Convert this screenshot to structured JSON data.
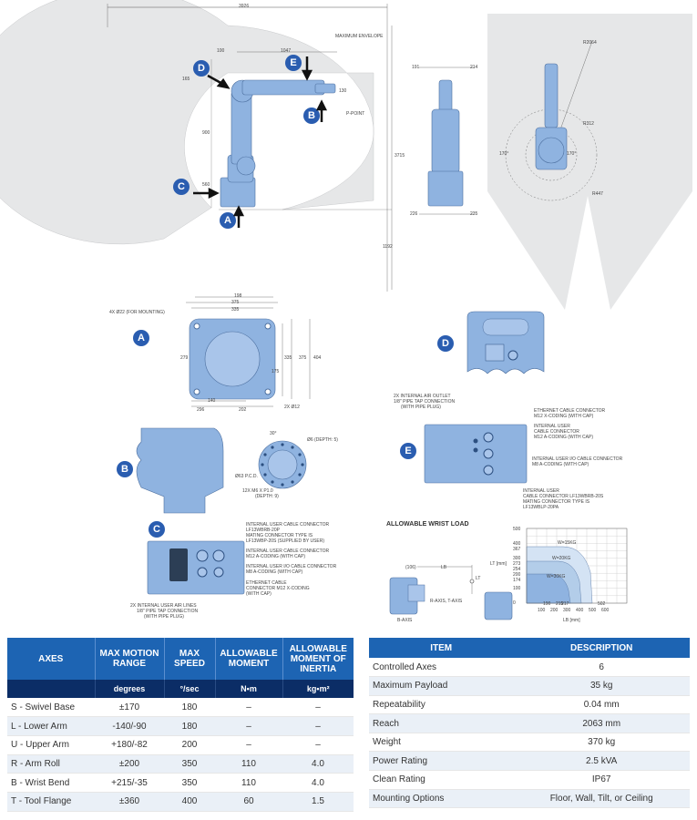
{
  "top_drawing": {
    "dim_overall_width": "3926",
    "max_envelope": "MAXIMUM ENVELOPE",
    "dim_100": "100",
    "dim_1047": "1047",
    "dim_165": "165",
    "dim_130": "130",
    "dim_900": "900",
    "dim_560": "560",
    "dim_3715": "3715",
    "dim_1192": "1192",
    "p_point": "P-POINT",
    "front_191": "191",
    "front_214": "214",
    "front_226": "226",
    "front_235": "235",
    "top_r2064": "R2064",
    "top_r312": "R312",
    "top_r447": "R447",
    "top_170_left": "170°",
    "top_170_right": "170°"
  },
  "callouts": {
    "a": "A",
    "b": "B",
    "c": "C",
    "d": "D",
    "e": "E"
  },
  "detail_a": {
    "mounting": "4X Ø22 (FOR MOUNTING)",
    "dim_198": "198",
    "dim_375_top": "375",
    "dim_335": "335",
    "dim_279": "279",
    "dim_335_side": "335",
    "dim_375_side": "375",
    "dim_404": "404",
    "dim_175": "175",
    "dim_140": "140",
    "dim_296": "296",
    "dim_202": "202",
    "hole": "2X Ø12"
  },
  "detail_b": {
    "angle": "30°",
    "pin": "Ø6 (DEPTH: 5)",
    "pcd": "Ø63 P.C.D.",
    "thread": "12X M6 X P1.0",
    "thread_depth": "(DEPTH: 9)"
  },
  "detail_c": {
    "l1": "INTERNAL USER CABLE CONNECTOR",
    "l2": "LF13WBRB-20P",
    "l3": "MATING CONNECTOR TYPE IS",
    "l4": "LF13WBP-20S (SUPPLIED BY USER)",
    "l5": "INTERNAL USER CABLE CONNECTOR",
    "l6": "M12 A-CODING (WITH CAP)",
    "l7": "INTERNAL USER I/O CABLE CONNECTOR",
    "l8": "M8 A-CODING (WITH CAP)",
    "l9": "ETHERNET CABLE",
    "l10": "CONNECTOR M12 X-CODING",
    "l11": "(WITH CAP)",
    "l12": "2X INTERNAL USER AIR LINES",
    "l13": "1/8\" PIPE TAP CONNECTION",
    "l14": "(WITH PIPE PLUG)"
  },
  "detail_e": {
    "l1": "2X INTERNAL AIR OUTLET",
    "l2": "1/8\" PIPE TAP CONNECTION",
    "l3": "(WITH PIPE PLUG)",
    "l4": "ETHERNET CABLE CONNECTOR",
    "l5": "M12 X-CODING (WITH CAP)",
    "l6": "INTERNAL USER",
    "l7": "CABLE CONNECTOR",
    "l8": "M12 A-CODING (WITH CAP)",
    "l9": "INTERNAL USER I/O CABLE CONNECTOR",
    "l10": "M8 A-CODING (WITH CAP)",
    "l11": "INTERNAL USER",
    "l12": "CABLE CONNECTOR LF13WBRB-20S",
    "l13": "MATING CONNECTOR TYPE IS",
    "l14": "LF13WBLP-20PA"
  },
  "wrist_load": {
    "title": "ALLOWABLE WRIST LOAD",
    "b_axis": "B-AXIS",
    "rt_axis": "R-AXIS, T-AXIS",
    "dim_106": "(106)",
    "dim_lb": "LB",
    "dim_lt": "LT",
    "chart_data": {
      "type": "area",
      "ylabel": "LT [mm]",
      "xlabel": "LB [mm]",
      "y_ticks": [
        "500",
        "400",
        "367",
        "300",
        "273",
        "254",
        "200",
        "174",
        "100",
        "0"
      ],
      "x_ticks_top": [
        "190",
        "215",
        "217",
        "502"
      ],
      "x_ticks_bottom": [
        "100",
        "200",
        "300",
        "400",
        "500",
        "600"
      ],
      "series": [
        {
          "name": "W=15KG"
        },
        {
          "name": "W=20KG"
        },
        {
          "name": "W=30KG"
        }
      ]
    }
  },
  "axes_table": {
    "headers": [
      "AXES",
      "MAX MOTION RANGE",
      "MAX SPEED",
      "ALLOWABLE MOMENT",
      "ALLOWABLE MOMENT OF INERTIA"
    ],
    "units": [
      "",
      "degrees",
      "°/sec",
      "N•m",
      "kg•m²"
    ],
    "rows": [
      [
        "S - Swivel Base",
        "±170",
        "180",
        "–",
        "–"
      ],
      [
        "L - Lower Arm",
        "-140/-90",
        "180",
        "–",
        "–"
      ],
      [
        "U - Upper Arm",
        "+180/-82",
        "200",
        "–",
        "–"
      ],
      [
        "R - Arm Roll",
        "±200",
        "350",
        "110",
        "4.0"
      ],
      [
        "B - Wrist Bend",
        "+215/-35",
        "350",
        "110",
        "4.0"
      ],
      [
        "T - Tool Flange",
        "±360",
        "400",
        "60",
        "1.5"
      ]
    ]
  },
  "specs_table": {
    "headers": [
      "ITEM",
      "DESCRIPTION"
    ],
    "rows": [
      [
        "Controlled Axes",
        "6"
      ],
      [
        "Maximum Payload",
        "35 kg"
      ],
      [
        "Repeatability",
        "0.04 mm"
      ],
      [
        "Reach",
        "2063 mm"
      ],
      [
        "Weight",
        "370 kg"
      ],
      [
        "Power Rating",
        "2.5 kVA"
      ],
      [
        "Clean Rating",
        "IP67"
      ],
      [
        "Mounting Options",
        "Floor, Wall, Tilt, or Ceiling"
      ]
    ]
  },
  "colors": {
    "robot_blue": "#8fb3e0",
    "accent_blue": "#1d64b3",
    "dark_navy": "#0b2d66",
    "envelope_gray": "#e6e7e8",
    "callout": "#2a5db0"
  }
}
